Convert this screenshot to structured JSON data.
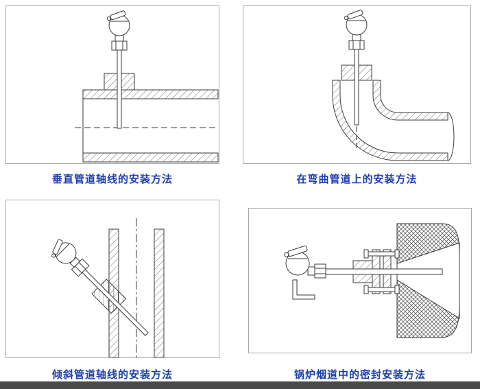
{
  "figure": {
    "panels": [
      {
        "id": "vertical-pipe-axis",
        "caption": "垂直管道轴线的安装方法"
      },
      {
        "id": "curved-pipe",
        "caption": "在弯曲管道上的安装方法"
      },
      {
        "id": "inclined-pipe-axis",
        "caption": "倾斜管道轴线的安装方法"
      },
      {
        "id": "boiler-flue-sealed",
        "caption": "锅炉烟道中的密封安装方法"
      }
    ]
  },
  "colors": {
    "caption_text": "#1d3fae",
    "frame_border": "#a6a6a6",
    "drawing_line": "#3a3a3a",
    "hatch_line": "#6b6b6b",
    "bottom_bar": "#4a4a4a",
    "background": "#ffffff"
  }
}
